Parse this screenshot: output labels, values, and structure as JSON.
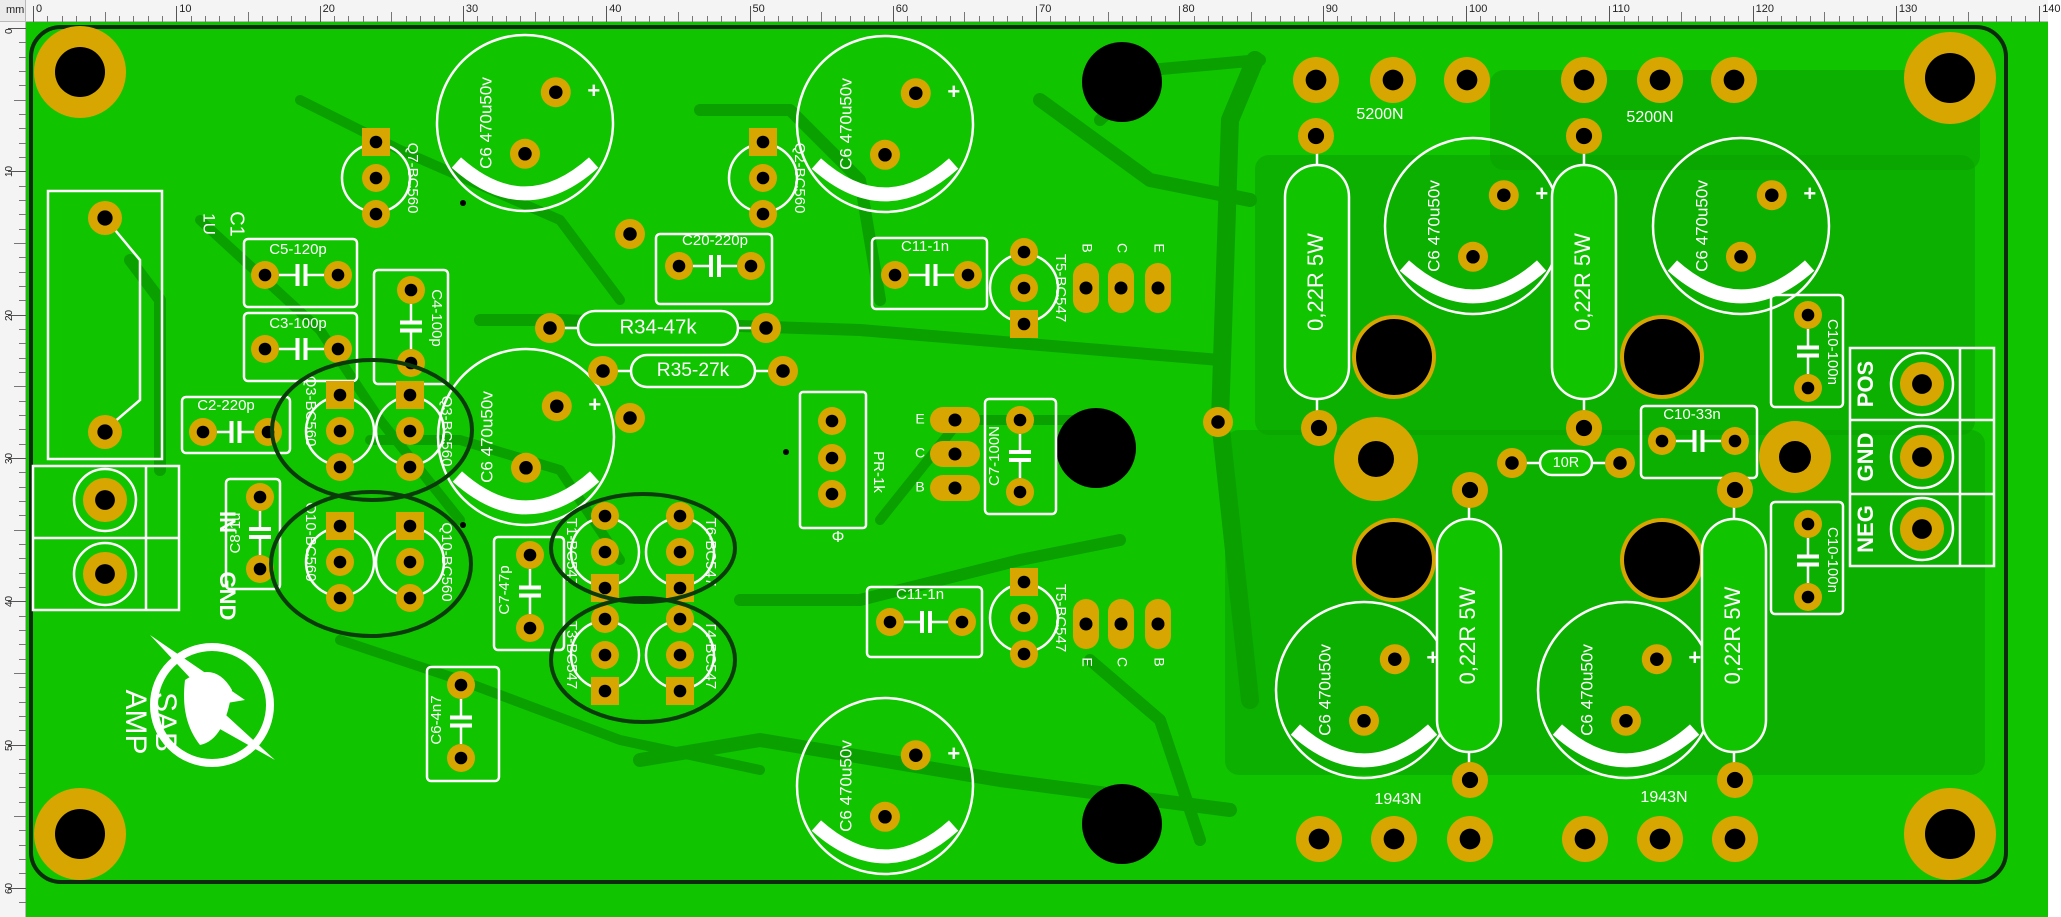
{
  "ruler": {
    "unit": "mm",
    "horizontal_ticks": [
      "0",
      "10",
      "20",
      "30",
      "40",
      "50",
      "60",
      "70",
      "80",
      "90",
      "100",
      "110",
      "120",
      "130",
      "140"
    ],
    "vertical_ticks": [
      "0",
      "10",
      "20",
      "30",
      "40",
      "50",
      "60"
    ]
  },
  "colors": {
    "board": "#11c400",
    "trace": "#0aa000",
    "pad": "#d8a600",
    "silkscreen": "#ffffff",
    "hole": "#000000",
    "outline": "#0c2a0c"
  },
  "board": {
    "logo": {
      "line1": "SAB",
      "line2": "AMP",
      "icon": "fox-lightning-logo-icon"
    },
    "input_terminal": [
      "IN",
      "GND"
    ],
    "power_terminal": [
      "POS",
      "GND",
      "NEG"
    ],
    "labels": {
      "c1": "C1",
      "c1_value": "1U",
      "c2": "C2-220p",
      "c3": "C3-100p",
      "c4": "C4-100p",
      "c5": "C5-120p",
      "c6_4n7": "C6-4n7",
      "c7_47p": "C7-47p",
      "c8": "C8-1u",
      "c20": "C20-220p",
      "c11": "C11-1n",
      "c7_100n": "C7-100N",
      "c10_100n": "C10-100n",
      "c10_33n": "C10-33n",
      "cap_470": "C6 470u50v",
      "r34": "R34-47k",
      "r35": "R35-27k",
      "r_022": "0,22R 5W",
      "r_10": "10R",
      "pr": "PR-1k",
      "q7": "Q7-BC560",
      "q2": "Q2-BC560",
      "q10": "Q10-BC560",
      "q3": "Q3-BC560",
      "t5": "T5-BC547",
      "t6": "T6-BC547",
      "t4": "T4-BC547",
      "t3": "T3-BC547",
      "t1": "T1-BC547",
      "pnp": "5200N",
      "npn": "1943N",
      "pin_b": "B",
      "pin_c": "C",
      "pin_e": "E"
    }
  }
}
